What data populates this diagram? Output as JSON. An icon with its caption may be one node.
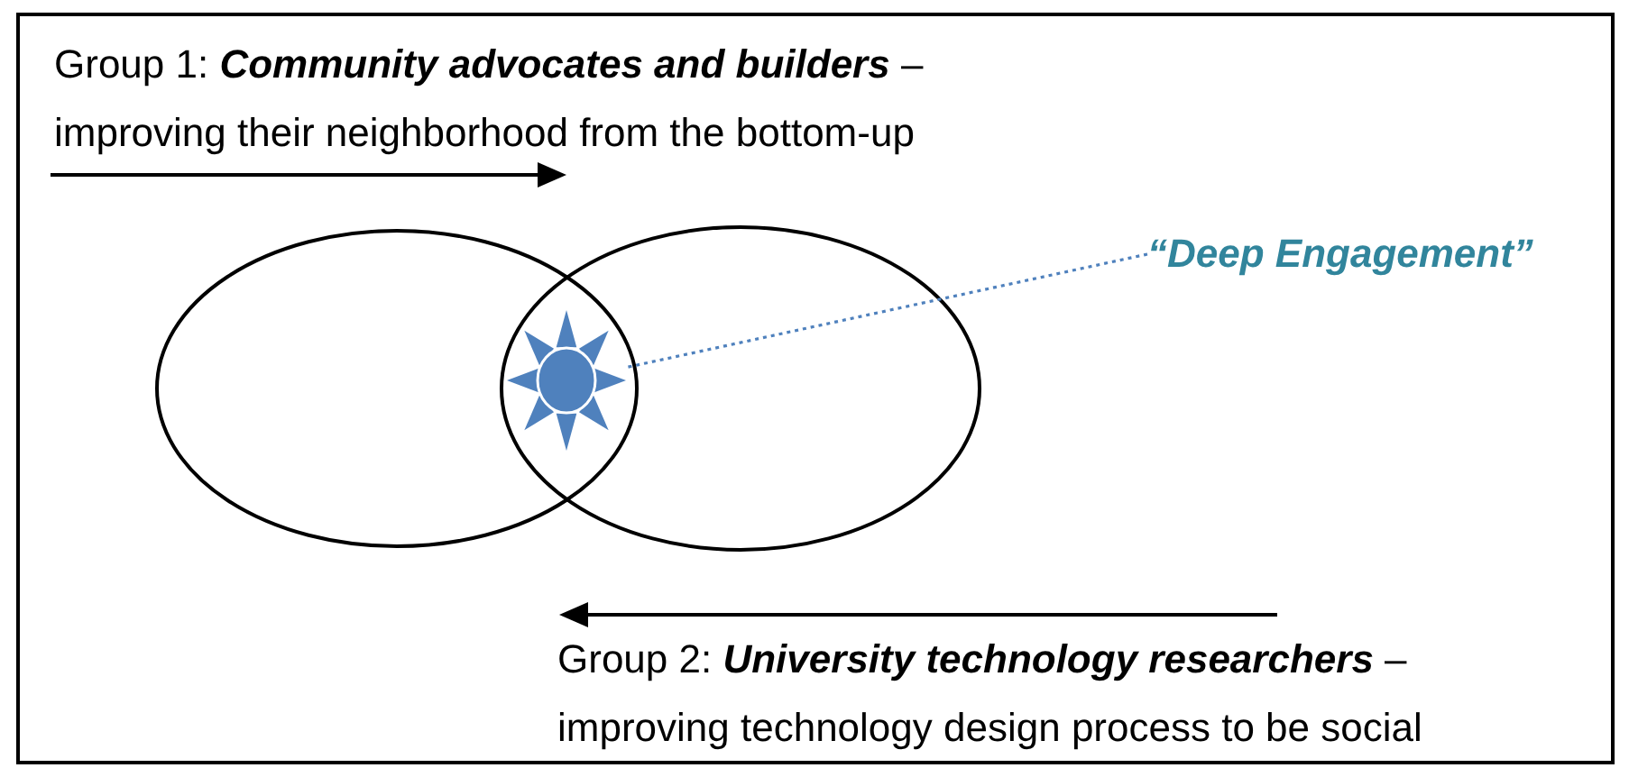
{
  "diagram": {
    "nodes": [
      {
        "text": [],
        "shape": "ellipse"
      },
      {
        "text": [],
        "shape": "ellipse"
      },
      {
        "text": [],
        "shape": "sun"
      },
      {
        "text": [
          "“Deep Engagement”"
        ]
      }
    ],
    "edges": [
      {
        "from": 3,
        "to": 2,
        "arrow": "none",
        "style": "dashed",
        "color": "#4f81bd"
      }
    ],
    "labels": [
      "Group 1: **Community advocates and builders** – improving their neighborhood from the bottom-up",
      "Group 2: **University technology researchers** – improving technology design process to be social"
    ]
  }
}
